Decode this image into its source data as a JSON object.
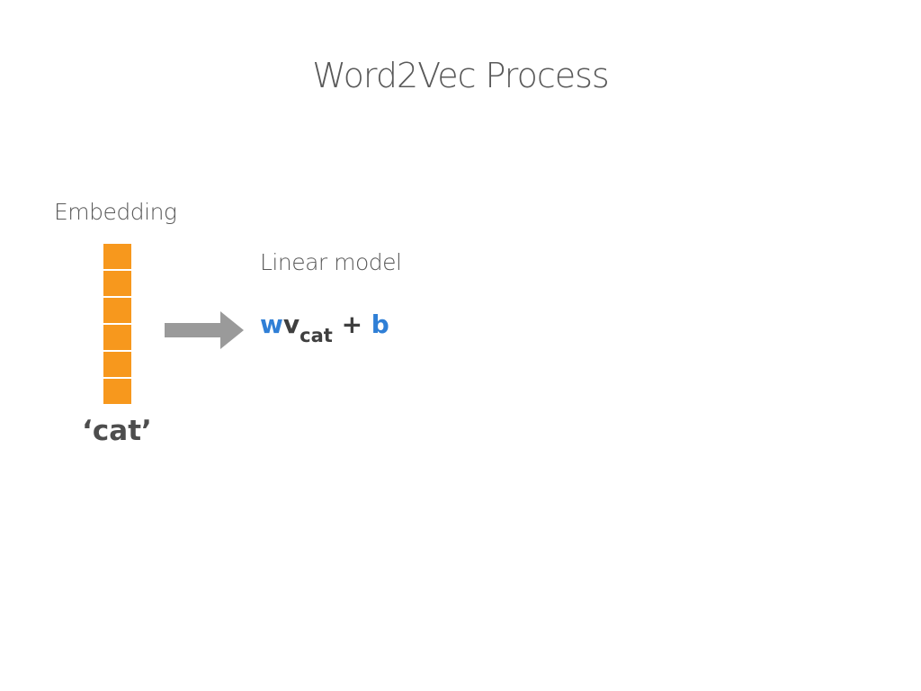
{
  "title": "Word2Vec Process",
  "embedding": {
    "label": "Embedding",
    "cell_count": 6,
    "cell_color": "#f7981d",
    "word": "‘cat’"
  },
  "linear_model": {
    "label": "Linear model",
    "formula": {
      "weight": "w",
      "vector": "v",
      "subscript": "cat",
      "operator": "+",
      "bias": "b"
    },
    "accent_color": "#2f7fd6"
  },
  "arrow": {
    "icon": "right-arrow-icon",
    "color": "#9a9a9a"
  }
}
